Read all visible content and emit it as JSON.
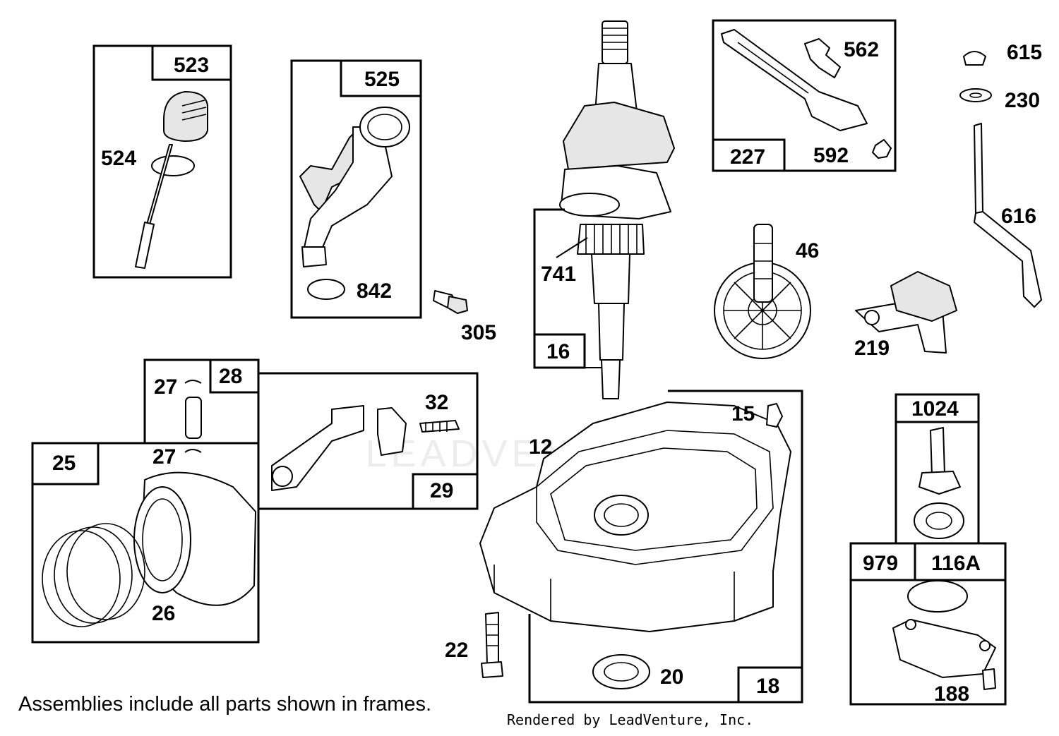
{
  "labels": {
    "p523": "523",
    "p524": "524",
    "p525": "525",
    "p842": "842",
    "p305": "305",
    "p741": "741",
    "p16": "16",
    "p227": "227",
    "p562": "562",
    "p592": "592",
    "p615": "615",
    "p230": "230",
    "p616": "616",
    "p46": "46",
    "p219": "219",
    "p28": "28",
    "p27a": "27",
    "p27b": "27",
    "p25": "25",
    "p26": "26",
    "p32": "32",
    "p29": "29",
    "p12": "12",
    "p15": "15",
    "p18": "18",
    "p20": "20",
    "p22": "22",
    "p1024": "1024",
    "p979": "979",
    "p116a": "116A",
    "p188": "188"
  },
  "footer_note": "Assemblies include all parts shown in frames.",
  "credit": "Rendered by LeadVenture, Inc.",
  "watermark": "LEADVENTURE"
}
